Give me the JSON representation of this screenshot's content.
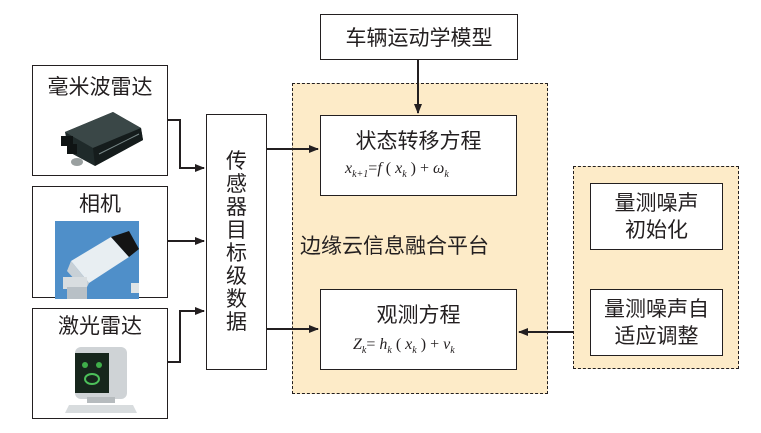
{
  "diagram": {
    "sensors": [
      {
        "id": "radar",
        "label": "毫米波雷达",
        "image": "millimeter-wave-radar-photo"
      },
      {
        "id": "camera",
        "label": "相机",
        "image": "camera-photo"
      },
      {
        "id": "lidar",
        "label": "激光雷达",
        "image": "lidar-photo"
      }
    ],
    "sensor_data": {
      "label_chars": [
        "传",
        "感",
        "器",
        "目",
        "标",
        "级",
        "数",
        "据"
      ],
      "label": "传感器目标级数据"
    },
    "vehicle_model": {
      "label": "车辆运动学模型"
    },
    "platform": {
      "label": "边缘云信息融合平台",
      "fill_color": "#fdebc8"
    },
    "state_equation": {
      "label": "状态转移方程",
      "formula": {
        "lhs": "x",
        "lhs_sub": "k+1",
        "eq": "=",
        "f": "f",
        "arg": "x",
        "arg_sub": "k",
        "plus": "+",
        "noise": "ω",
        "noise_sub": "k"
      }
    },
    "observation_equation": {
      "label": "观测方程",
      "formula": {
        "lhs": "Z",
        "lhs_sub": "k",
        "eq": "=",
        "h": "h",
        "h_sub": "k",
        "arg": "x",
        "arg_sub": "k",
        "plus": "+",
        "noise": "v",
        "noise_sub": "k"
      }
    },
    "noise_module": {
      "init": {
        "line1": "量测噪声",
        "line2": "初始化"
      },
      "adaptive": {
        "line1": "量测噪声自",
        "line2": "适应调整"
      }
    },
    "connections": [
      {
        "from": "radar",
        "to": "sensor_data"
      },
      {
        "from": "camera",
        "to": "sensor_data"
      },
      {
        "from": "lidar",
        "to": "sensor_data"
      },
      {
        "from": "sensor_data",
        "to": "state_equation"
      },
      {
        "from": "sensor_data",
        "to": "observation_equation"
      },
      {
        "from": "vehicle_model",
        "to": "state_equation"
      },
      {
        "from": "noise_module",
        "to": "observation_equation"
      }
    ],
    "colors": {
      "line": "#231f20",
      "platform_fill": "#fdebc8",
      "box_fill": "#ffffff"
    }
  }
}
